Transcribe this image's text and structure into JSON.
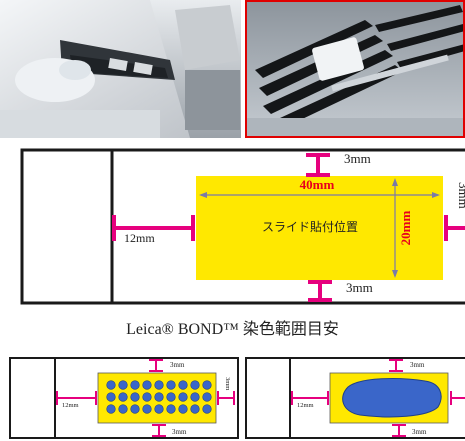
{
  "main_diagram": {
    "top_margin": "3mm",
    "bottom_margin": "3mm",
    "right_margin": "3mm",
    "left_margin": "12mm",
    "width_label": "40mm",
    "height_label": "20mm",
    "area_label": "スライド貼付位置"
  },
  "caption": "Leica® BOND™ 染色範囲目安",
  "small_left": {
    "top_margin": "3mm",
    "bottom_margin": "3mm",
    "right_margin": "3mm",
    "left_margin": "12mm"
  },
  "small_right": {
    "top_margin": "3mm",
    "bottom_margin": "3mm",
    "left_margin": "12mm"
  },
  "colors": {
    "frame": "#1a1a1a",
    "highlight": "#ffe800",
    "dimension": "#e6007e",
    "guide": "#7a7aa8",
    "label_red": "#e8001c",
    "tissue": "#3a66c9",
    "photo_border": "#e00000"
  }
}
